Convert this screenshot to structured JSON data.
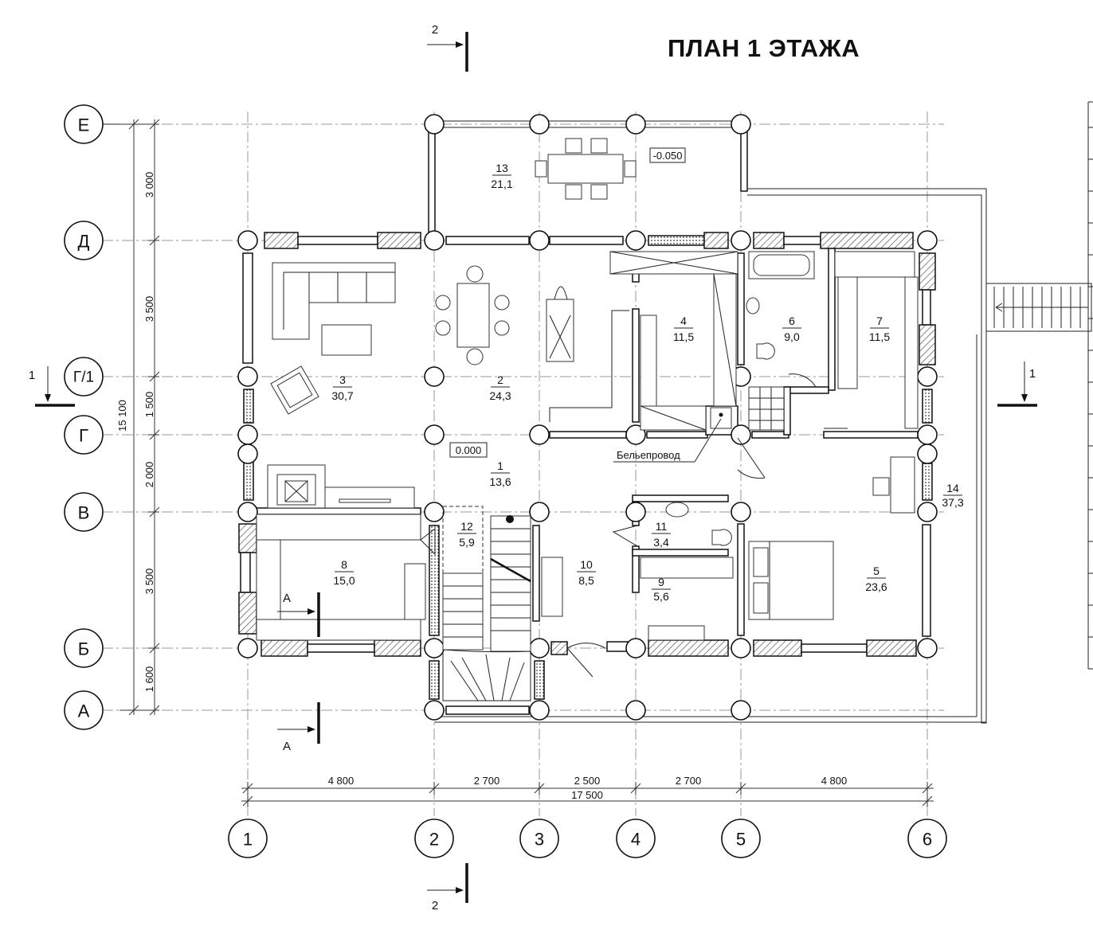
{
  "title": "ПЛАН 1 ЭТАЖА",
  "axes": {
    "rows": [
      "Е",
      "Д",
      "Г/1",
      "Г",
      "В",
      "Б",
      "А"
    ],
    "cols": [
      "1",
      "2",
      "3",
      "4",
      "5",
      "6"
    ]
  },
  "dimensions": {
    "horizontal": [
      "4 800",
      "2 700",
      "2 500",
      "2 700",
      "4 800"
    ],
    "horizontal_total": "17 500",
    "vertical": [
      "3 000",
      "3 500",
      "1 500",
      "2 000",
      "3 500",
      "1 600"
    ],
    "vertical_total": "15 100"
  },
  "levels": {
    "main": "0.000",
    "terrace": "-0.050"
  },
  "rooms": [
    {
      "num": "1",
      "area": "13,6"
    },
    {
      "num": "2",
      "area": "24,3"
    },
    {
      "num": "3",
      "area": "30,7"
    },
    {
      "num": "4",
      "area": "11,5"
    },
    {
      "num": "5",
      "area": "23,6"
    },
    {
      "num": "6",
      "area": "9,0"
    },
    {
      "num": "7",
      "area": "11,5"
    },
    {
      "num": "8",
      "area": "15,0"
    },
    {
      "num": "9",
      "area": "5,6"
    },
    {
      "num": "10",
      "area": "8,5"
    },
    {
      "num": "11",
      "area": "3,4"
    },
    {
      "num": "12",
      "area": "5,9"
    },
    {
      "num": "13",
      "area": "21,1"
    },
    {
      "num": "14",
      "area": "37,3"
    }
  ],
  "sections": {
    "s1": "1",
    "s2": "2",
    "sA": "А"
  },
  "labels": {
    "linen_chute": "Бельепровод"
  }
}
